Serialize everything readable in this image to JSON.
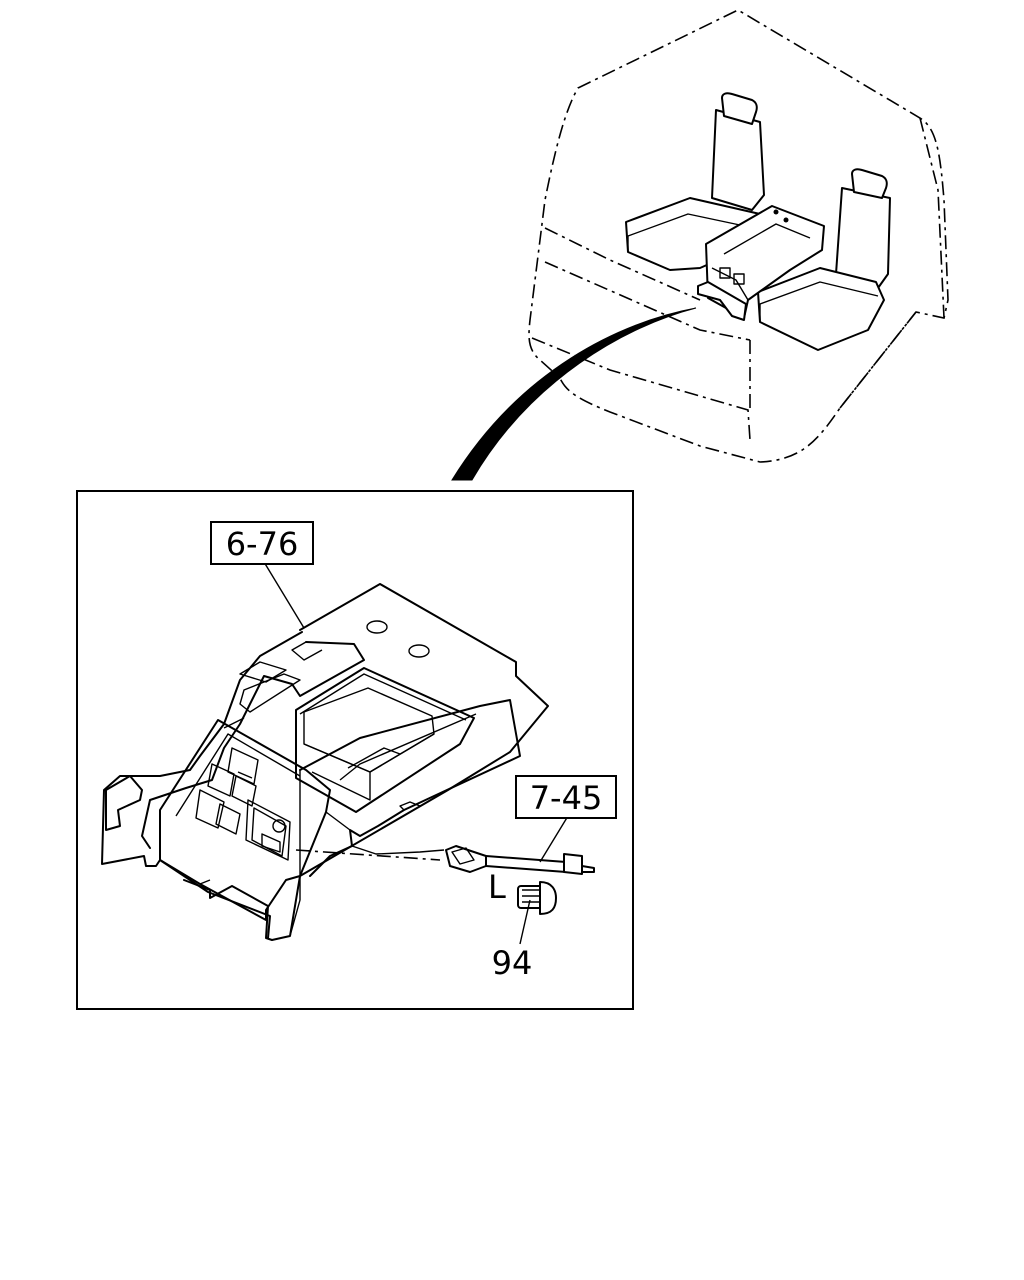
{
  "callouts": {
    "console_ref": "6-76",
    "harness_ref": "7-45",
    "side_mark": "L",
    "bolt_ref": "94"
  }
}
